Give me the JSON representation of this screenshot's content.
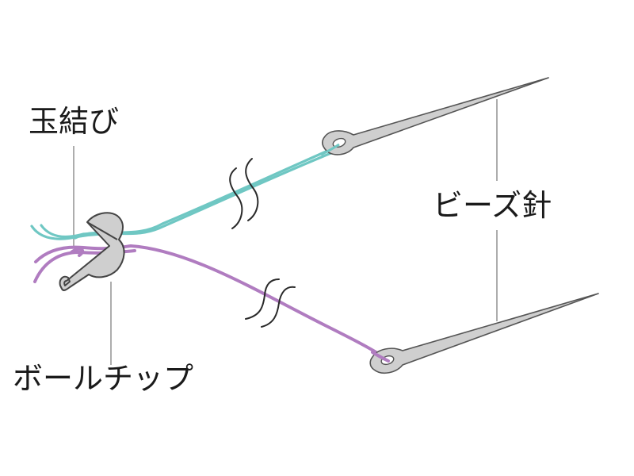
{
  "labels": {
    "knot": "玉結び",
    "ball_tip": "ボールチップ",
    "beading_needle": "ビーズ針"
  },
  "colors": {
    "thread_teal": "#6fc7c3",
    "thread_purple": "#b07cc0",
    "metal_fill": "#cfcfcf",
    "metal_stroke": "#444444",
    "leader_line": "#888888",
    "text": "#1a1a1a"
  }
}
